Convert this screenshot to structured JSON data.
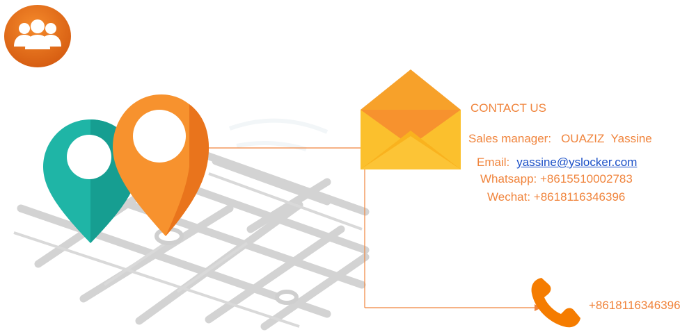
{
  "contact": {
    "title": "CONTACT US",
    "sales_label": "Sales manager:",
    "sales_name": "OUAZIZ  Yassine",
    "email_label": "Email:",
    "email": "yassine@yslocker.com",
    "whatsapp": "Whatsapp: +8615510002783",
    "wechat": "Wechat: +8618116346396"
  },
  "phone": {
    "number": "+8618116346396"
  },
  "colors": {
    "accent_orange": "#f0843c",
    "pin_teal": "#1fb5a6",
    "pin_orange": "#f7922e",
    "map_gray": "#d3d3d3",
    "link_blue": "#1a4fc7"
  },
  "icons": [
    "team-icon",
    "location-pin-icon",
    "map-icon",
    "envelope-icon",
    "phone-icon"
  ]
}
